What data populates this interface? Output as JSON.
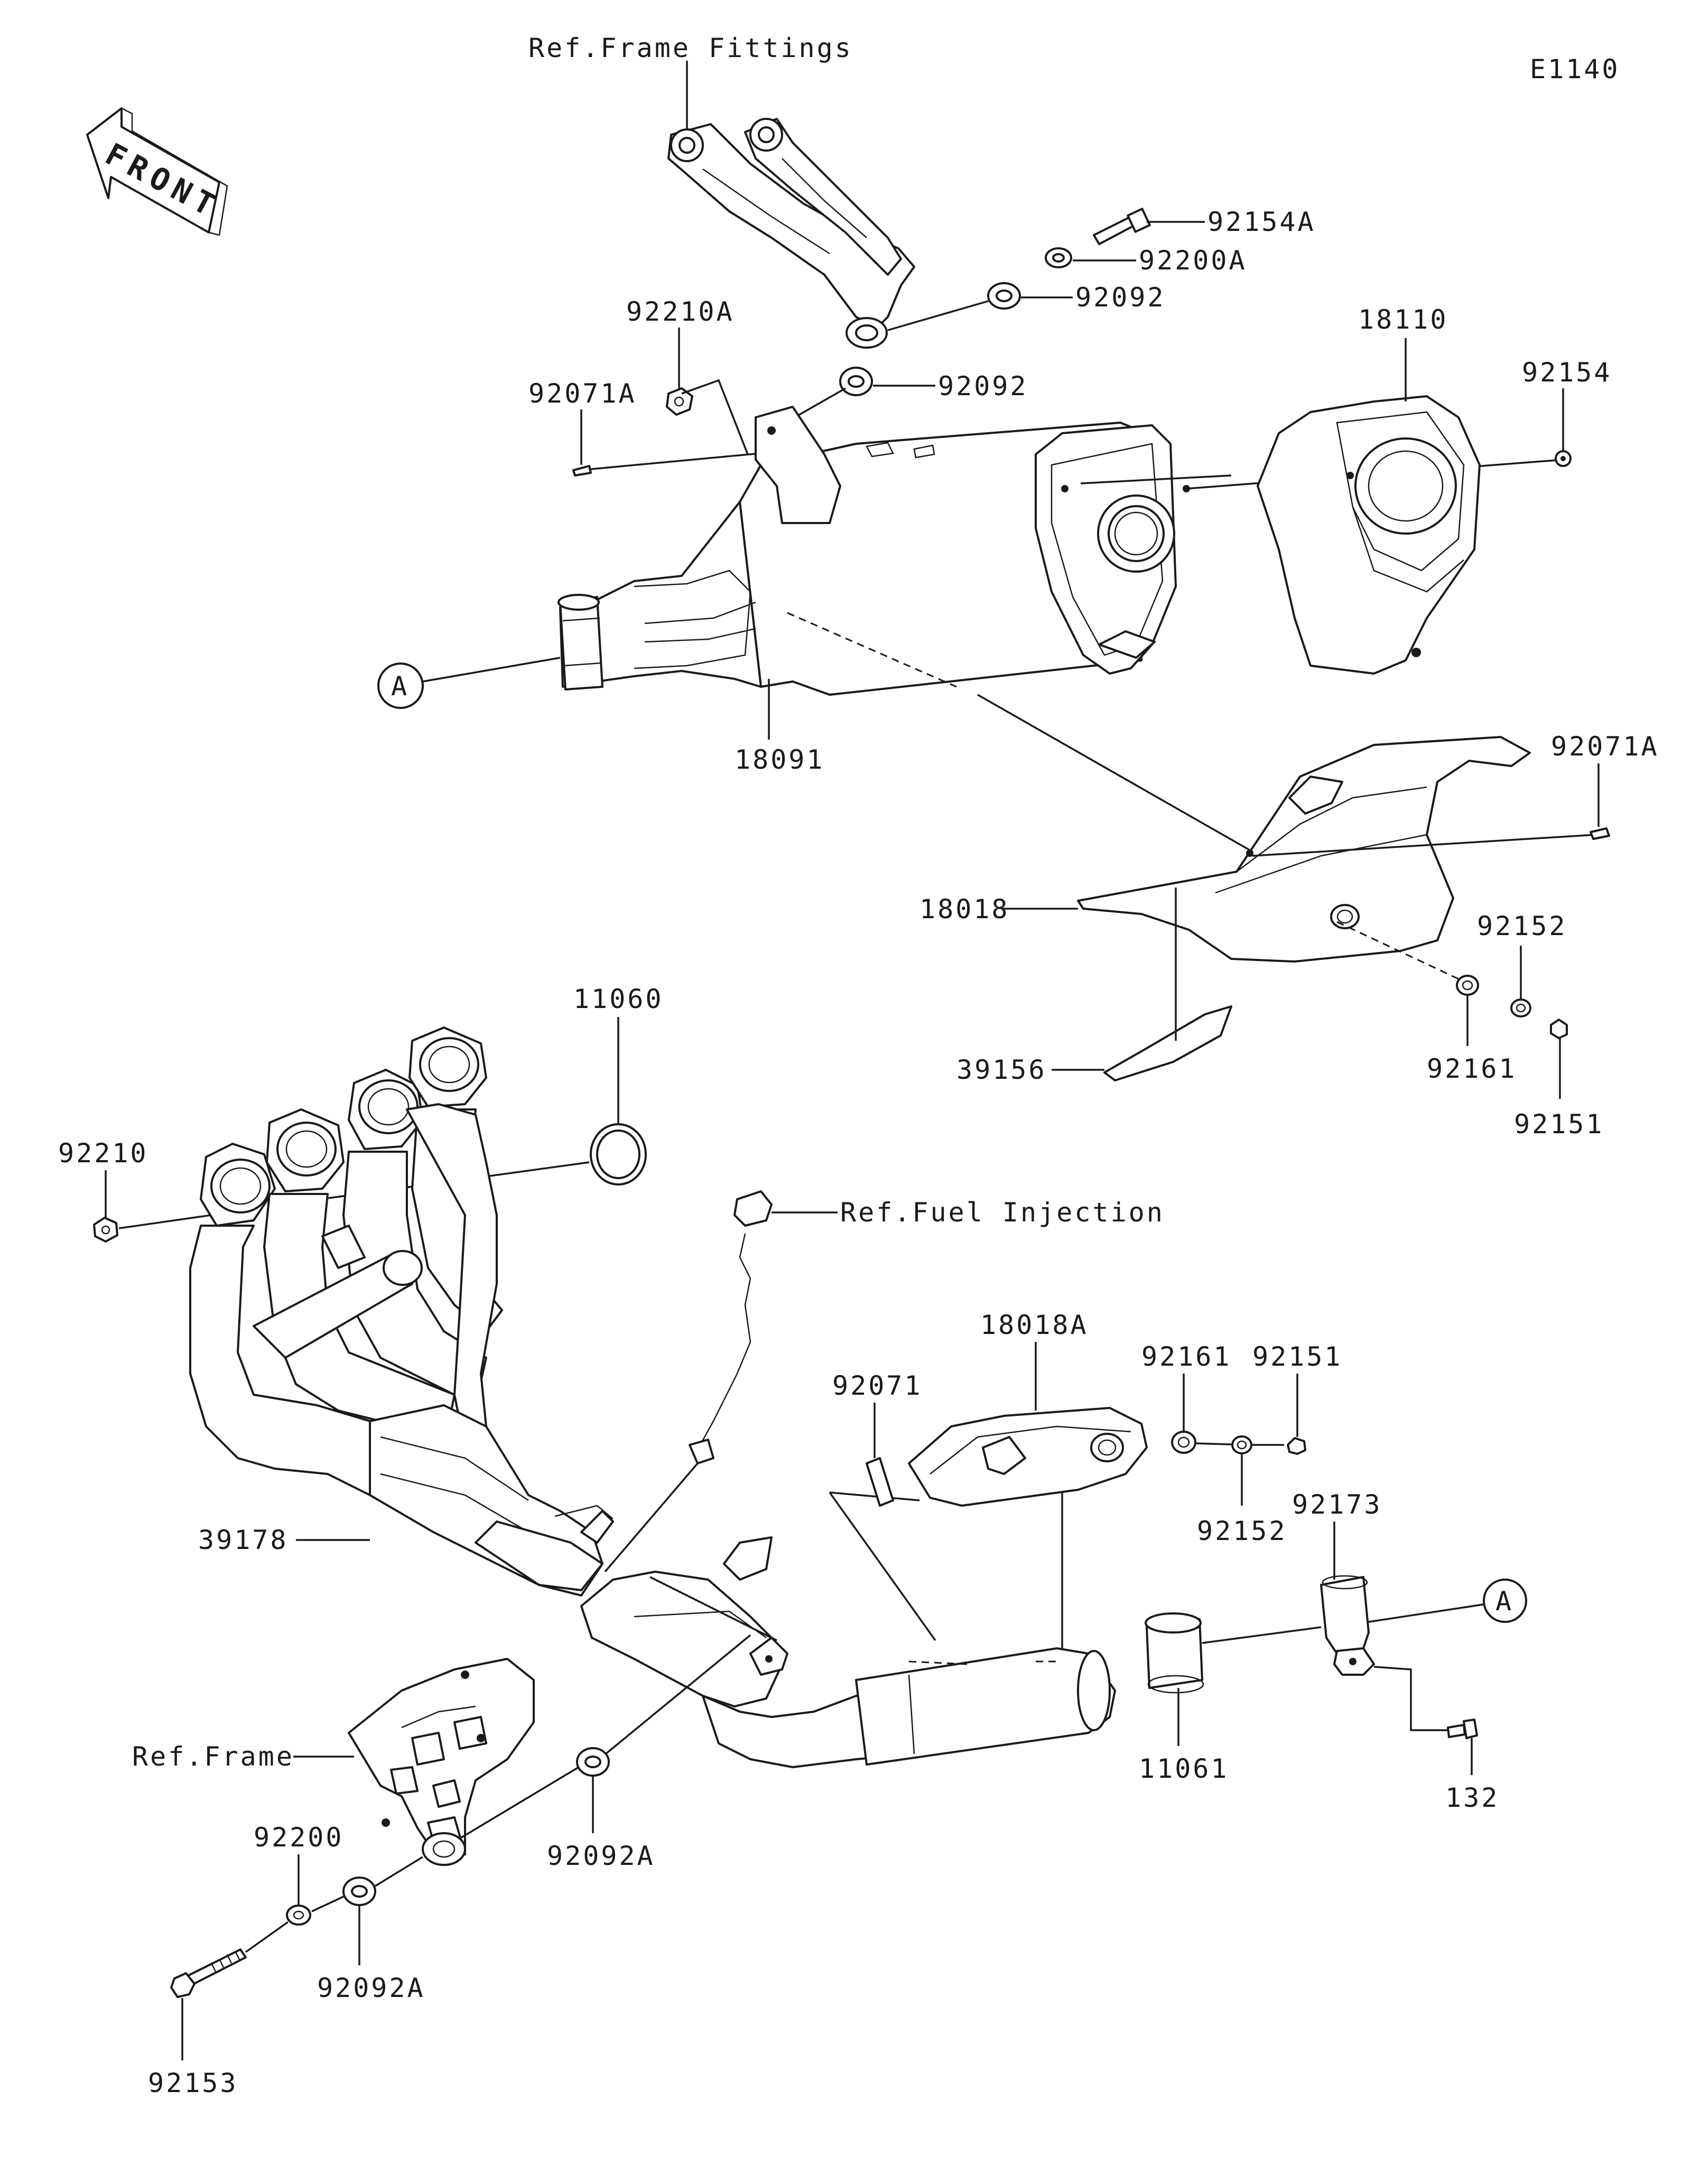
{
  "diagram_code": "E1140",
  "front_label": "FRONT",
  "refs": {
    "frame_fittings": "Ref.Frame Fittings",
    "fuel_injection": "Ref.Fuel Injection",
    "frame": "Ref.Frame"
  },
  "callout_marker": "A",
  "parts": {
    "p92154A": "92154A",
    "p92200A": "92200A",
    "p92092_upper": "92092",
    "p92092_lower": "92092",
    "p92210A": "92210A",
    "p92071A_left": "92071A",
    "p18110": "18110",
    "p92154": "92154",
    "p18091": "18091",
    "p92071A_right": "92071A",
    "p18018": "18018",
    "p92152_upper": "92152",
    "p92161_upper": "92161",
    "p92151_upper": "92151",
    "p39156": "39156",
    "p11060": "11060",
    "p92210": "92210",
    "p18018A": "18018A",
    "p92071": "92071",
    "p92161_lower": "92161",
    "p92151_lower": "92151",
    "p92152_lower": "92152",
    "p92173": "92173",
    "p39178": "39178",
    "p11061": "11061",
    "p132": "132",
    "p92092A_mid": "92092A",
    "p92200": "92200",
    "p92092A_low": "92092A",
    "p92153": "92153"
  }
}
